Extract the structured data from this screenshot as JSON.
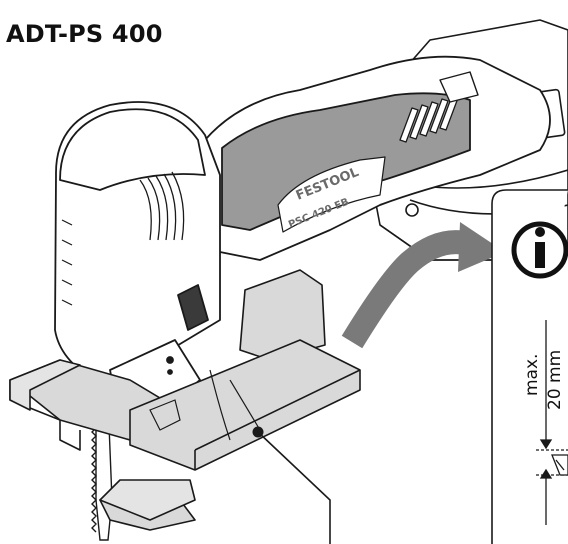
{
  "title": "ADT-PS 400",
  "tool": {
    "brand": "FESTOOL",
    "model": "PSC 420 EB"
  },
  "info_panel": {
    "icon": "info-icon",
    "dimension_line1": "max.",
    "dimension_line2": "20 mm"
  },
  "colors": {
    "accent_arrow": "#7a7a7a",
    "shoe": "#d9d9d9",
    "outline": "#1a1a1a"
  }
}
